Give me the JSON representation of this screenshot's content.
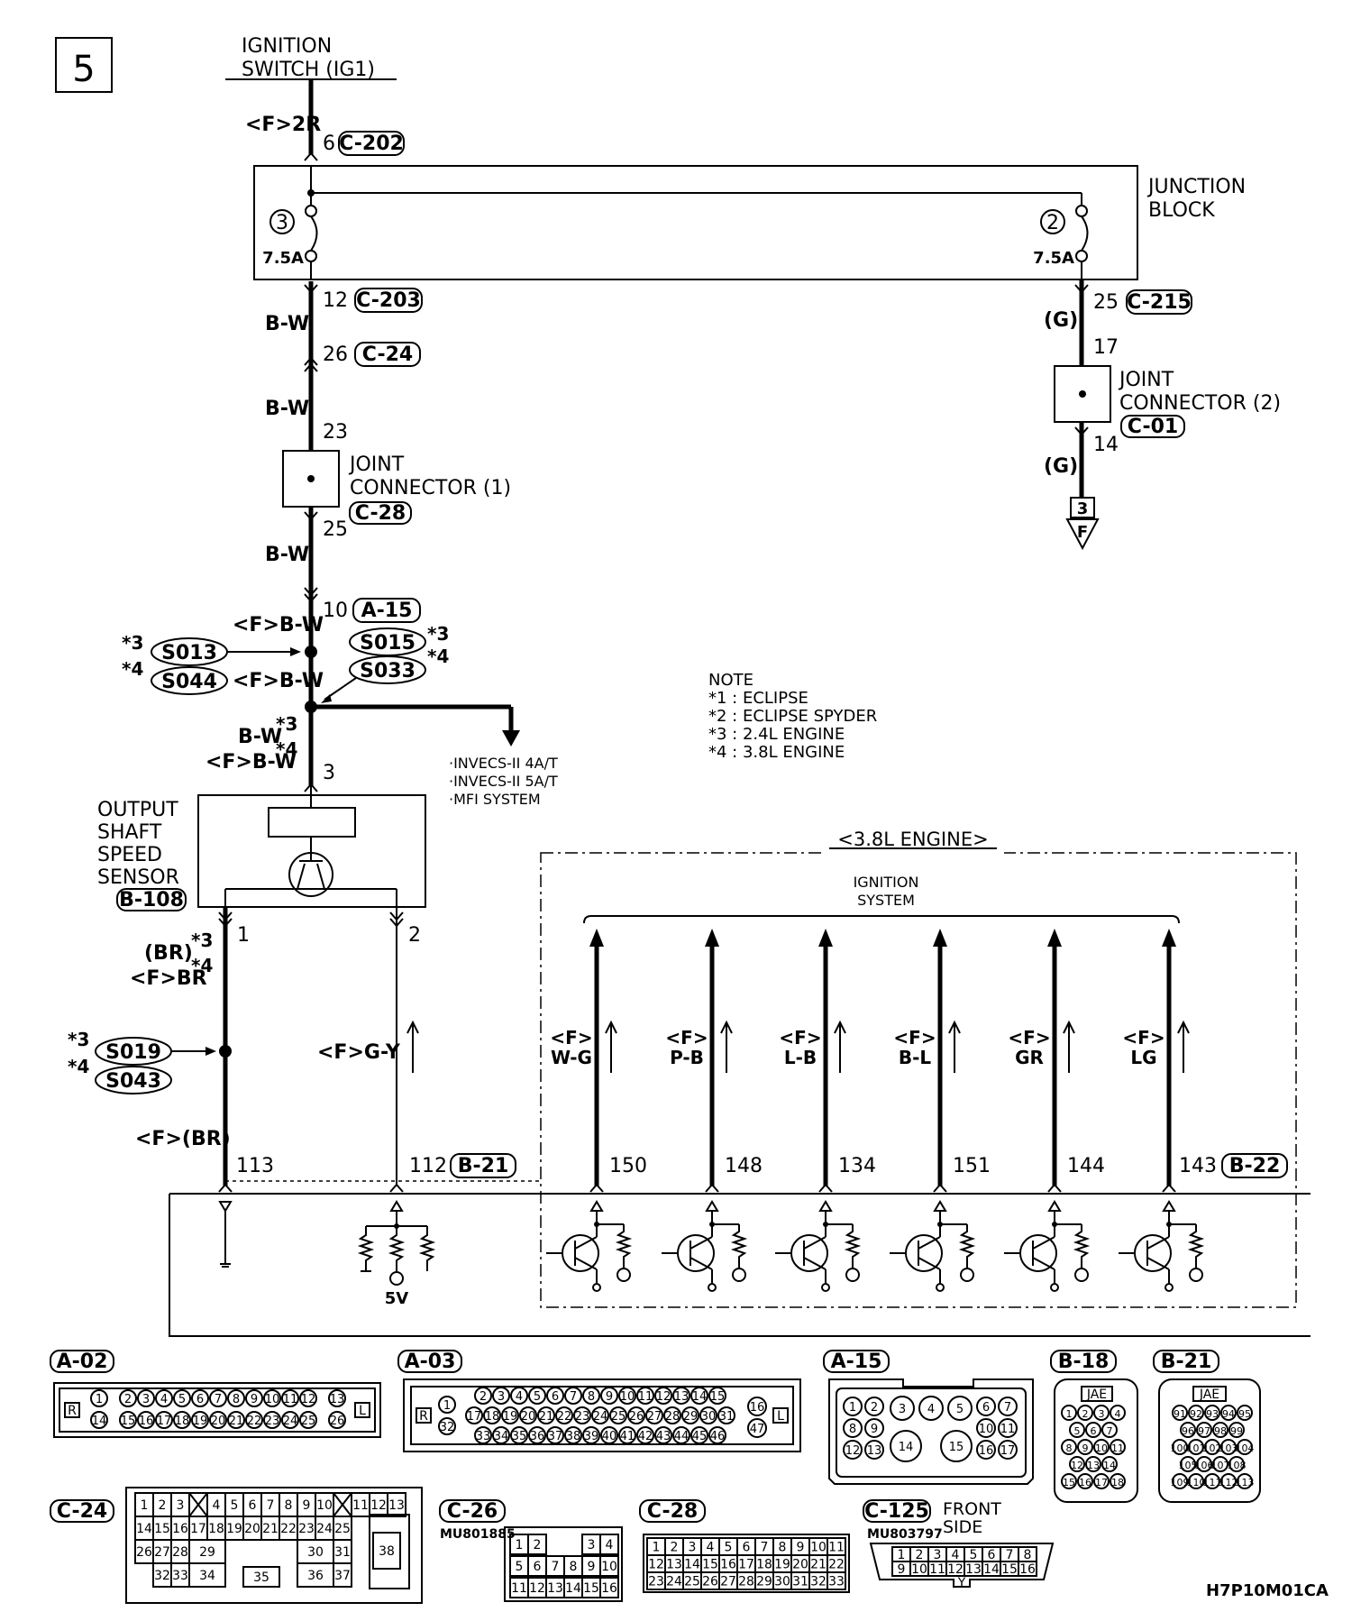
{
  "page_number": "5",
  "ignition_switch": [
    "IGNITION",
    "SWITCH (IG1)"
  ],
  "junction_block": [
    "JUNCTION",
    "BLOCK"
  ],
  "fuses": [
    {
      "number": "3",
      "rating": "7.5A"
    },
    {
      "number": "2",
      "rating": "7.5A"
    }
  ],
  "wire_labels": {
    "f2r": "<F>2R",
    "bw": "B-W",
    "g": "(G)",
    "fbw": "<F>B-W",
    "bw_star3": "B-W",
    "fbw_star4": "<F>B-W",
    "br": "(BR)",
    "fbr": "<F>BR",
    "fgy": "<F>G-Y",
    "f_br": "<F>(BR)"
  },
  "pins": {
    "p6": "6",
    "p12": "12",
    "p26": "26",
    "p23": "23",
    "p25a": "25",
    "p10": "10",
    "p3": "3",
    "p25b": "25",
    "p17": "17",
    "p14": "14",
    "p1": "1",
    "p2": "2",
    "p113": "113",
    "p112": "112"
  },
  "connectors": {
    "c202": "C-202",
    "c203": "C-203",
    "c24": "C-24",
    "c28": "C-28",
    "a15": "A-15",
    "c215": "C-215",
    "c01": "C-01",
    "b108": "B-108",
    "b21": "B-21",
    "b22": "B-22"
  },
  "joint_connector_1": [
    "JOINT",
    "CONNECTOR (1)"
  ],
  "joint_connector_2": [
    "JOINT",
    "CONNECTOR (2)"
  ],
  "splices": {
    "s013": "S013",
    "s044": "S044",
    "s015": "S015",
    "s033": "S033",
    "s019": "S019",
    "s043": "S043"
  },
  "stars": {
    "s3": "*3",
    "s4": "*4"
  },
  "destination_box": "3",
  "destination_letter": "F",
  "branch_destinations": [
    "·INVECS-II 4A/T",
    "·INVECS-II 5A/T",
    "·MFI SYSTEM"
  ],
  "output_sensor": [
    "OUTPUT",
    "SHAFT",
    "SPEED",
    "SENSOR"
  ],
  "note": {
    "title": "NOTE",
    "items": [
      "*1 : ECLIPSE",
      "*2 : ECLIPSE SPYDER",
      "*3 : 2.4L ENGINE",
      "*4 : 3.8L ENGINE"
    ]
  },
  "engine_38": "<3.8L ENGINE>",
  "ignition_system": [
    "IGNITION",
    "SYSTEM"
  ],
  "ignition_wires": [
    {
      "color": "W-G",
      "pin": "150"
    },
    {
      "color": "P-B",
      "pin": "148"
    },
    {
      "color": "L-B",
      "pin": "134"
    },
    {
      "color": "B-L",
      "pin": "151"
    },
    {
      "color": "GR",
      "pin": "144"
    },
    {
      "color": "LG",
      "pin": "143"
    }
  ],
  "f_prefix": "<F>",
  "five_volt": "5V",
  "connector_views": {
    "a02": "A-02",
    "a03": "A-03",
    "a15v": "A-15",
    "b18": "B-18",
    "b21v": "B-21",
    "c24v": "C-24",
    "c26": "C-26",
    "c28v": "C-28",
    "c125": "C-125",
    "mu801885": "MU801885",
    "mu803797": "MU803797",
    "front_side": [
      "FRONT",
      "SIDE"
    ],
    "jae": "JAE",
    "r": "R",
    "l": "L",
    "y": "Y"
  },
  "drawing_id": "H7P10M01CA"
}
